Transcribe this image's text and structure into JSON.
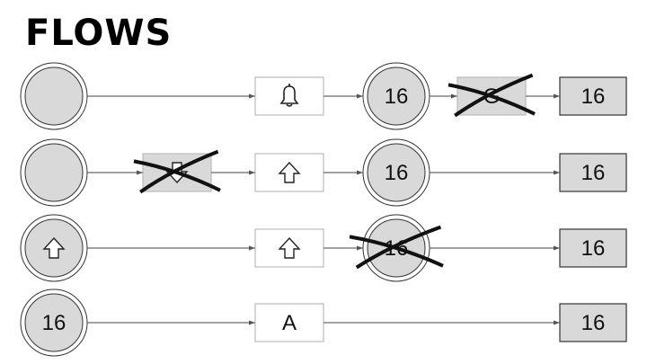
{
  "title": "FLOWS",
  "colors": {
    "fill": "#d9d9d9",
    "line": "#444444",
    "boxEdge": "#bbbbbb",
    "cross": "#111111"
  },
  "rows": [
    {
      "source": {
        "icon": "none",
        "label": ""
      },
      "filter": null,
      "transform": {
        "icon": "bell-icon",
        "label": ""
      },
      "stage": {
        "label": "16",
        "crossed": false
      },
      "post": {
        "label": "G",
        "crossed": true
      },
      "target": {
        "label": "16"
      }
    },
    {
      "source": {
        "icon": "none",
        "label": ""
      },
      "filter": {
        "icon": "arrow-down-icon",
        "crossed": true
      },
      "transform": {
        "icon": "arrow-up-icon",
        "label": ""
      },
      "stage": {
        "label": "16",
        "crossed": false
      },
      "post": null,
      "target": {
        "label": "16"
      }
    },
    {
      "source": {
        "icon": "arrow-up-icon",
        "label": ""
      },
      "filter": null,
      "transform": {
        "icon": "arrow-up-icon",
        "label": ""
      },
      "stage": {
        "label": "16",
        "crossed": true
      },
      "post": null,
      "target": {
        "label": "16"
      }
    },
    {
      "source": {
        "icon": "none",
        "label": "16"
      },
      "filter": null,
      "transform": {
        "icon": "none",
        "label": "A"
      },
      "stage": null,
      "post": null,
      "target": {
        "label": "16"
      }
    }
  ]
}
